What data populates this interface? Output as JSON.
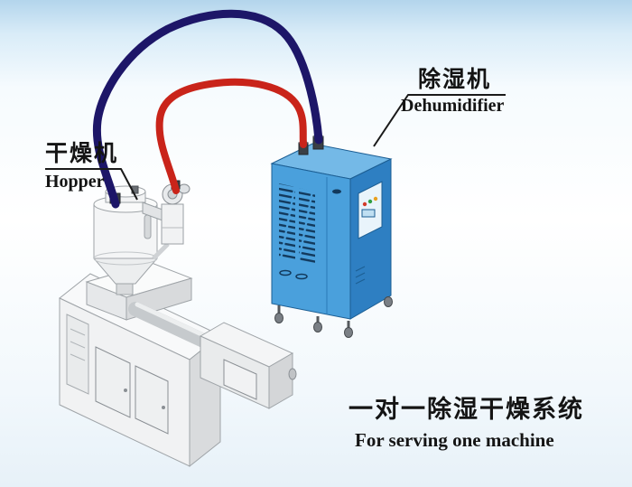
{
  "scene": {
    "hopper": {
      "label_zh": "干燥机",
      "label_en": "Hopper"
    },
    "dehumidifier": {
      "label_zh": "除湿机",
      "label_en": "Dehumidifier"
    },
    "caption": {
      "zh": "一对一除湿干燥系统",
      "en": "For serving one machine"
    }
  },
  "colors": {
    "pipe_supply_navy": "#1d1668",
    "pipe_return_red": "#c9241a",
    "cabinet_front": "#4aa0dc",
    "cabinet_side": "#2e7fc2",
    "cabinet_top": "#74b9e7"
  }
}
